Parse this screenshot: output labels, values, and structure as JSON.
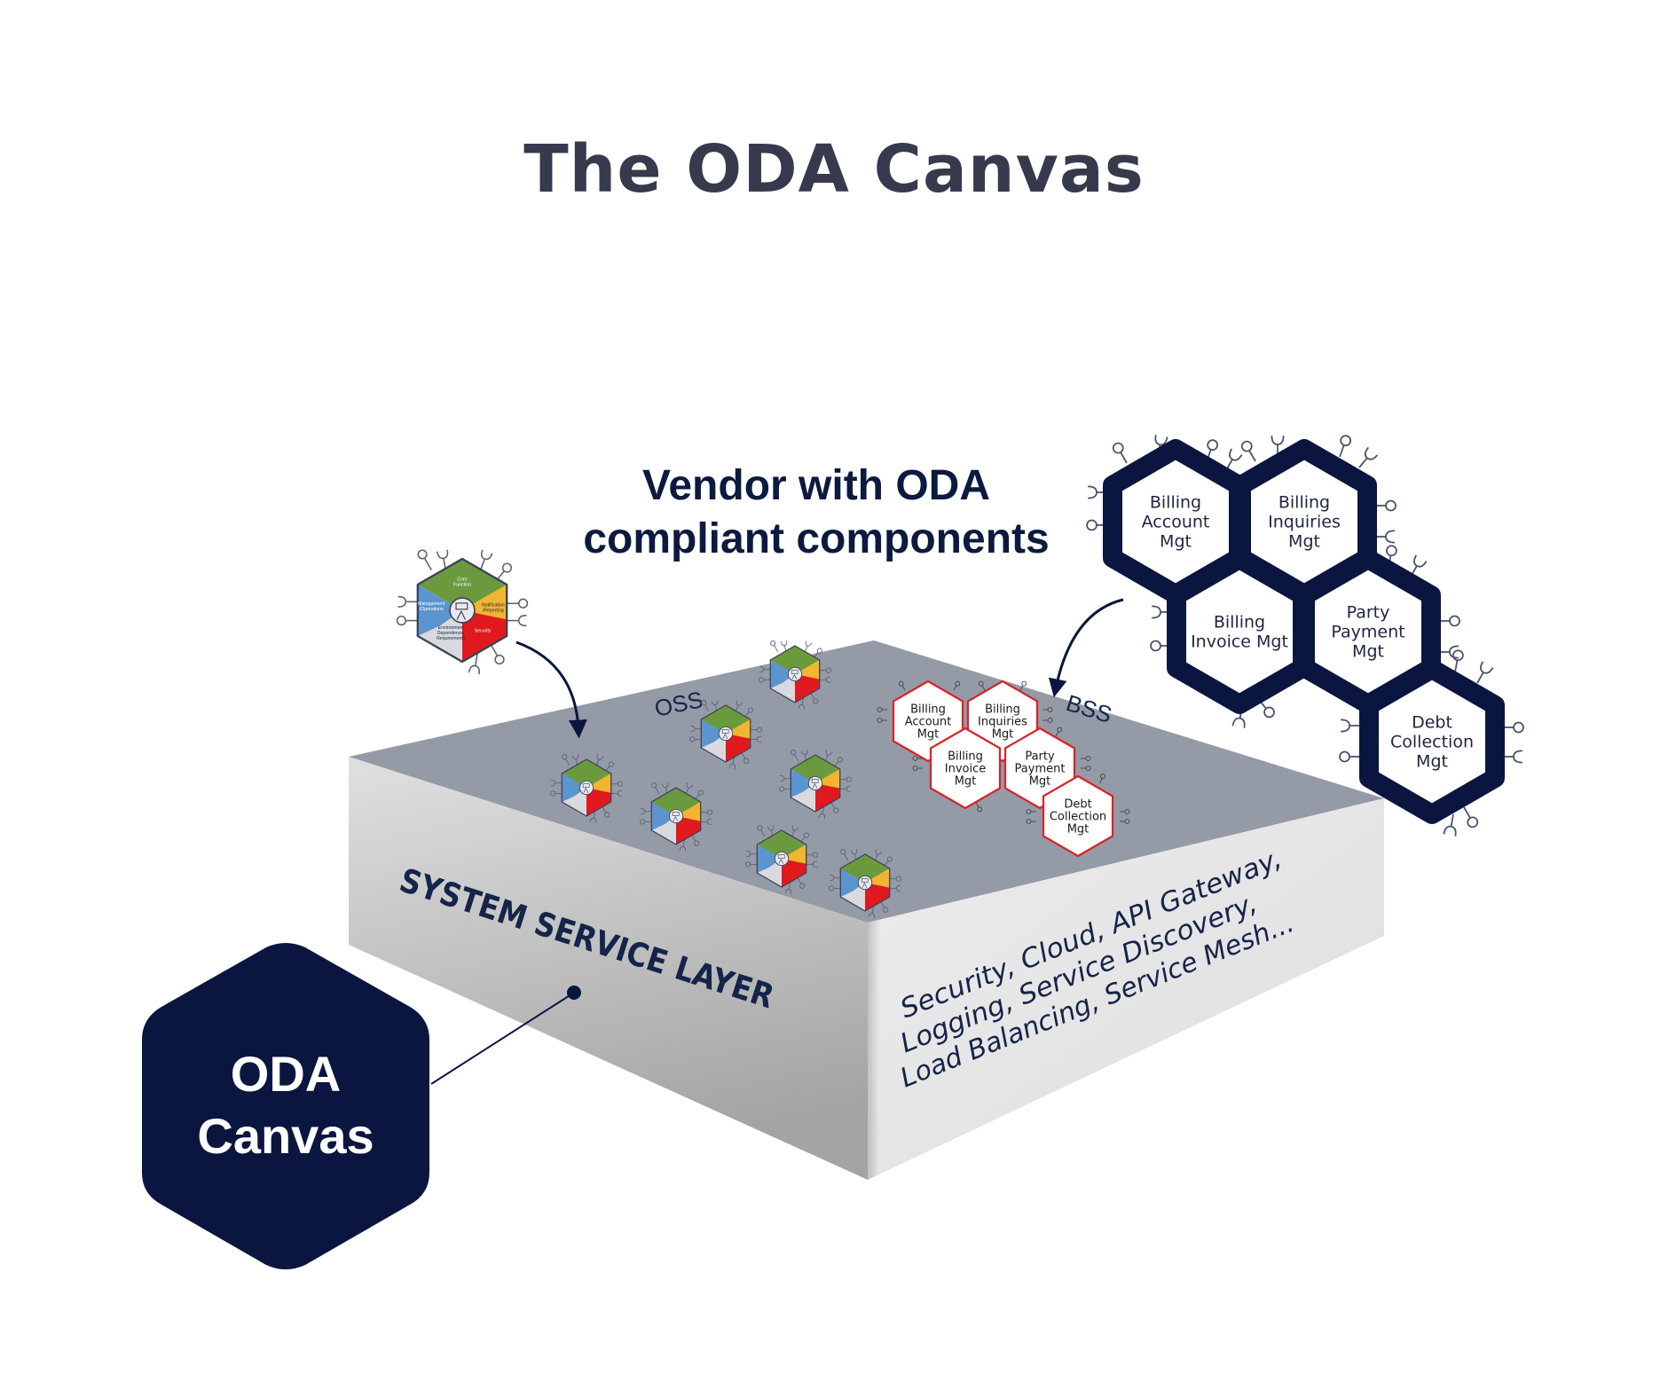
{
  "title": "The ODA Canvas",
  "vendor_heading": {
    "line1": "Vendor with ODA",
    "line2": "compliant components"
  },
  "canvas_box": {
    "top_labels": {
      "oss": "OSS",
      "bss": "BSS"
    },
    "left_face_label": "SYSTEM SERVICE LAYER",
    "right_face_lines": [
      "Security, Cloud, API Gateway,",
      "Logging, Service Discovery,",
      "Load Balancing, Service Mesh..."
    ],
    "oss_component_count": 7,
    "colors": {
      "top": "#949aa6",
      "left_face_light": "#dcdcdc",
      "left_face_dark": "#a9a9a9",
      "right_face": "#e6e6e7",
      "text": "#15244a"
    }
  },
  "oda_canvas_badge": {
    "line1": "ODA",
    "line2": "Canvas",
    "color": "#0b1640"
  },
  "component_legend": {
    "segments": [
      {
        "label": "Core Function",
        "color": "#6b9a3e"
      },
      {
        "label": "Notification /Reporting",
        "color": "#f2b52f"
      },
      {
        "label": "Security",
        "color": "#e0191f"
      },
      {
        "label": "Environment Dependence/ Requirements",
        "color": "#d9dadf"
      },
      {
        "label": "Management /Operations",
        "color": "#5b95d0"
      }
    ],
    "center_icon": "person-with-screen-icon"
  },
  "bss_components": [
    {
      "id": "billing-account",
      "lines": [
        "Billing",
        "Account",
        "Mgt"
      ]
    },
    {
      "id": "billing-inquiries",
      "lines": [
        "Billing",
        "Inquiries",
        "Mgt"
      ]
    },
    {
      "id": "billing-invoice",
      "lines": [
        "Billing",
        "Invoice Mgt"
      ]
    },
    {
      "id": "party-payment",
      "lines": [
        "Party",
        "Payment",
        "Mgt"
      ]
    },
    {
      "id": "debt-collection",
      "lines": [
        "Debt",
        "Collection",
        "Mgt"
      ]
    }
  ],
  "bss_small_components": [
    {
      "id": "billing-account",
      "lines": [
        "Billing",
        "Account",
        "Mgt"
      ]
    },
    {
      "id": "billing-inquiries",
      "lines": [
        "Billing",
        "Inquiries",
        "Mgt"
      ]
    },
    {
      "id": "billing-invoice",
      "lines": [
        "Billing",
        "Invoice",
        "Mgt"
      ]
    },
    {
      "id": "party-payment",
      "lines": [
        "Party",
        "Payment",
        "Mgt"
      ]
    },
    {
      "id": "debt-collection",
      "lines": [
        "Debt",
        "Collection",
        "Mgt"
      ]
    }
  ],
  "colors": {
    "navy": "#0b1640",
    "title": "#373a4d",
    "small_hex_border": "#d8232a"
  }
}
